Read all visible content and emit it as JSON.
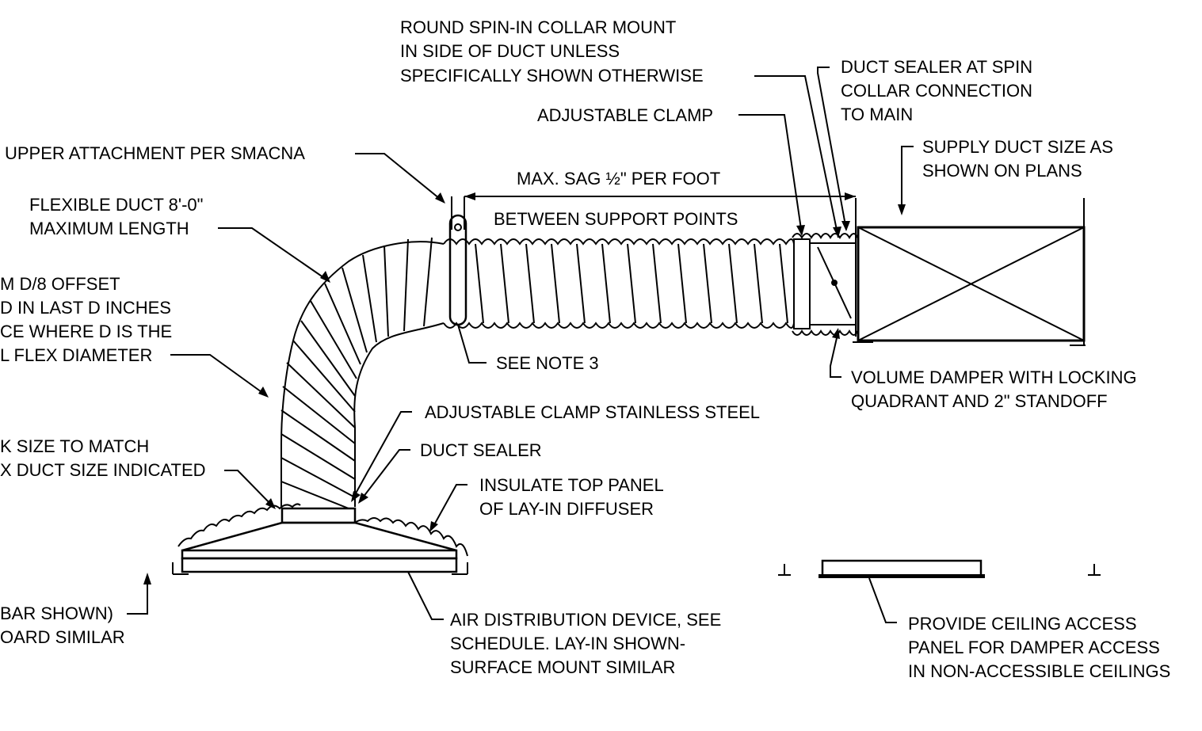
{
  "labels": {
    "spin_in_1": "ROUND SPIN-IN COLLAR MOUNT",
    "spin_in_2": "IN SIDE OF DUCT UNLESS",
    "spin_in_3": "SPECIFICALLY SHOWN OTHERWISE",
    "duct_sealer_spin_1": "DUCT SEALER AT SPIN",
    "duct_sealer_spin_2": "COLLAR CONNECTION",
    "duct_sealer_spin_3": "TO MAIN",
    "adjustable_clamp": "ADJUSTABLE CLAMP",
    "upper_attachment": "UPPER ATTACHMENT PER SMACNA",
    "supply_duct_1": "SUPPLY DUCT SIZE AS",
    "supply_duct_2": "SHOWN ON PLANS",
    "max_sag": "MAX. SAG ½\" PER FOOT",
    "between_support": "BETWEEN SUPPORT POINTS",
    "flex_length_1": "FLEXIBLE DUCT 8'-0\"",
    "flex_length_2": "MAXIMUM LENGTH",
    "offset_1": "M D/8 OFFSET",
    "offset_2": "D IN LAST D INCHES",
    "offset_3": "CE WHERE D IS THE",
    "offset_4": "L FLEX DIAMETER",
    "see_note": "SEE NOTE 3",
    "volume_damper_1": "VOLUME DAMPER WITH LOCKING",
    "volume_damper_2": "QUADRANT AND 2\" STANDOFF",
    "clamp_ss": "ADJUSTABLE CLAMP STAINLESS STEEL",
    "duct_sealer": "DUCT SEALER",
    "neck_1": "K SIZE TO MATCH",
    "neck_2": "X DUCT SIZE INDICATED",
    "insulate_1": "INSULATE TOP PANEL",
    "insulate_2": "OF LAY-IN DIFFUSER",
    "tbar_1": "BAR SHOWN)",
    "tbar_2": "OARD SIMILAR",
    "air_device_1": "AIR DISTRIBUTION DEVICE, SEE",
    "air_device_2": "SCHEDULE.  LAY-IN SHOWN-",
    "air_device_3": "SURFACE MOUNT SIMILAR",
    "access_panel_1": "PROVIDE CEILING ACCESS",
    "access_panel_2": "PANEL FOR DAMPER ACCESS",
    "access_panel_3": "IN NON-ACCESSIBLE CEILINGS"
  }
}
